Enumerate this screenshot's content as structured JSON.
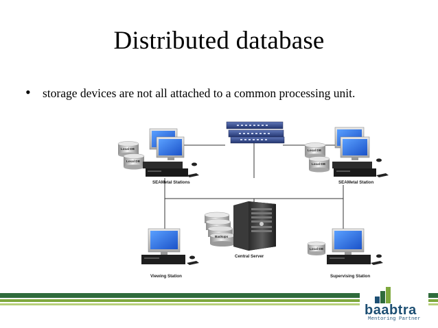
{
  "slide": {
    "title": "Distributed database",
    "bullet_symbol": "•",
    "bullet_text": " storage devices are not all attached to a common processing unit."
  },
  "diagram": {
    "nodes": {
      "left_station": "SEAMetal Stations",
      "right_station": "SEAMetal Station",
      "central": "Central Server",
      "viewing": "Viewing Station",
      "supervising": "Supervising Station"
    },
    "db_labels": {
      "local_db": "Local DB",
      "backups": "Backups"
    }
  },
  "logo": {
    "name": "baabtra",
    "tagline": "Mentoring Partner"
  },
  "colors": {
    "stripe_dark": "#2f6b3c",
    "stripe_mid": "#7ea83d",
    "stripe_light": "#b7cf79",
    "logo_blue": "#1d4f73"
  }
}
